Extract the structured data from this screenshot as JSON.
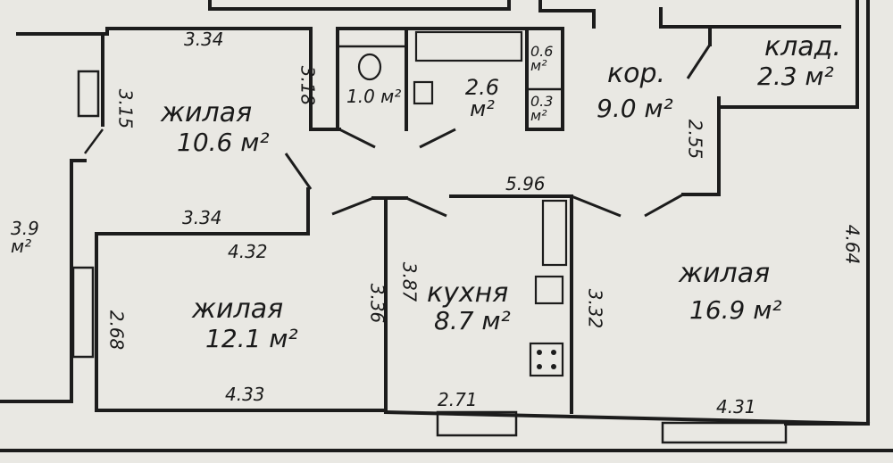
{
  "plan": {
    "rooms": [
      {
        "id": "living-1",
        "name": "жилая",
        "area": "10.6 м²"
      },
      {
        "id": "living-2",
        "name": "жилая",
        "area": "12.1 м²"
      },
      {
        "id": "living-3",
        "name": "жилая",
        "area": "16.9 м²"
      },
      {
        "id": "kitchen",
        "name": "кухня",
        "area": "8.7 м²"
      },
      {
        "id": "corridor",
        "name": "кор.",
        "area": "9.0 м²"
      },
      {
        "id": "storage",
        "name": "клад.",
        "area": "2.3 м²"
      },
      {
        "id": "toilet",
        "name": "",
        "area": "1.0 м²"
      },
      {
        "id": "bathroom",
        "name": "",
        "area": "2.6 м²"
      },
      {
        "id": "closet-1",
        "name": "",
        "area": "0.6 м²"
      },
      {
        "id": "closet-2",
        "name": "",
        "area": "0.3 м²"
      },
      {
        "id": "balcony",
        "name": "",
        "area": "3.9 м²"
      }
    ],
    "dimensions": {
      "top_left": "3.34",
      "left_wall_upper": "3.15",
      "toilet_wall": "3.18",
      "mid_left": "3.34",
      "mid_left_lower": "4.32",
      "left_wall_lower": "2.68",
      "bottom_left": "4.33",
      "living2_right": "3.36",
      "kitchen_left": "3.87",
      "kitchen_right": "3.32",
      "bottom_kitchen": "2.71",
      "corridor_top": "5.96",
      "storage_wall": "2.55",
      "right_wall": "4.64",
      "bottom_right": "4.31"
    }
  }
}
